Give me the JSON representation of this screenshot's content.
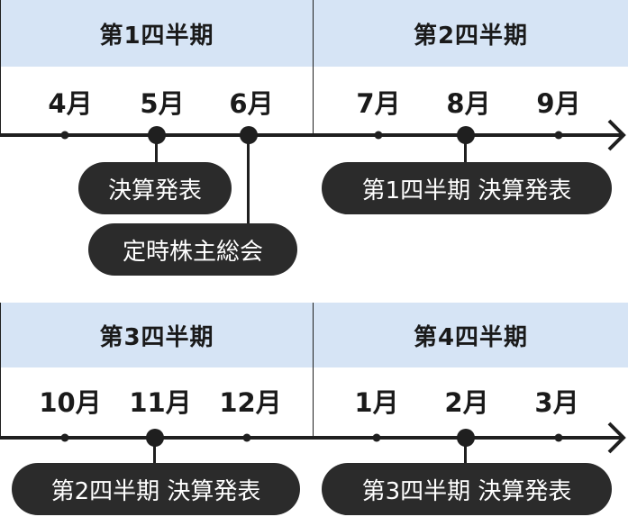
{
  "rows": [
    {
      "quarters": [
        "第1四半期",
        "第2四半期"
      ],
      "months": [
        "4月",
        "5月",
        "6月",
        "7月",
        "8月",
        "9月"
      ],
      "events": [
        "決算発表",
        "定時株主総会",
        "第1四半期 決算発表"
      ]
    },
    {
      "quarters": [
        "第3四半期",
        "第4四半期"
      ],
      "months": [
        "10月",
        "11月",
        "12月",
        "1月",
        "2月",
        "3月"
      ],
      "events": [
        "第2四半期 決算発表",
        "第3四半期 決算発表"
      ]
    }
  ],
  "colors": {
    "header_bg": "#d6e4f5",
    "line": "#1f1f1f",
    "pill_bg": "#2b2b2b",
    "pill_text": "#ffffff"
  }
}
